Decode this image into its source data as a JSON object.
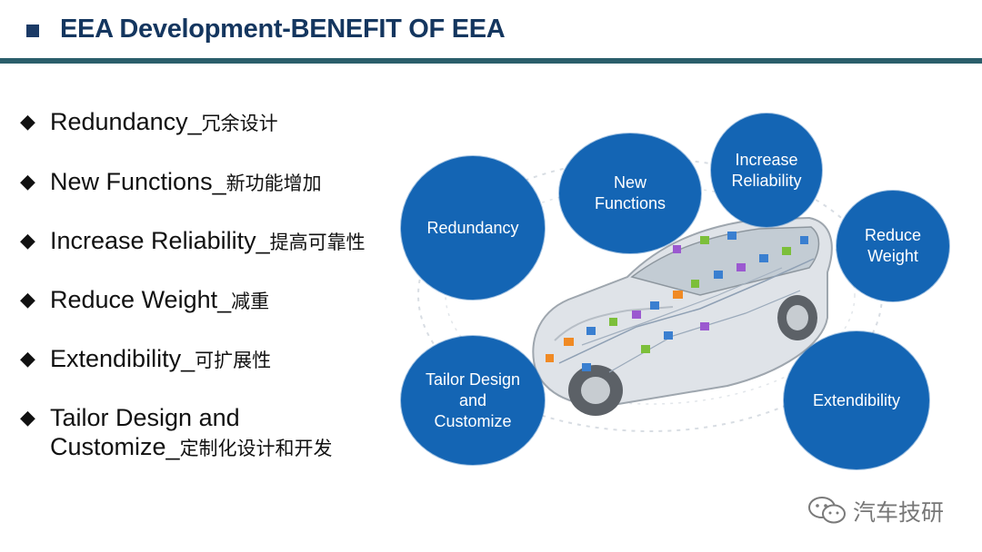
{
  "header": {
    "title": "EEA Development-BENEFIT OF EEA"
  },
  "bullets": [
    {
      "en": "Redundancy_",
      "cn": "冗余设计"
    },
    {
      "en": "New Functions_",
      "cn": "新功能增加"
    },
    {
      "en": "Increase Reliability_",
      "cn": "提高可靠性"
    },
    {
      "en": "Reduce Weight_",
      "cn": "减重"
    },
    {
      "en": "Extendibility_",
      "cn": "可扩展性"
    },
    {
      "en_line1": "Tailor Design and",
      "en_line2": "Customize_",
      "cn": "定制化设计和开发"
    }
  ],
  "bullet_symbol": "◆",
  "circles": {
    "redundancy": "Redundancy",
    "new_functions_1": "New",
    "new_functions_2": "Functions",
    "increase_reliability_1": "Increase",
    "increase_reliability_2": "Reliability",
    "reduce_weight_1": "Reduce",
    "reduce_weight_2": "Weight",
    "extendibility": "Extendibility",
    "tailor_1": "Tailor Design",
    "tailor_2": "and",
    "tailor_3": "Customize"
  },
  "watermark": {
    "icon": "wechat-icon",
    "text": "汽车技研"
  },
  "colors": {
    "title": "#14365f",
    "rule": "#2a5e6b",
    "circle": "#1465b4"
  }
}
